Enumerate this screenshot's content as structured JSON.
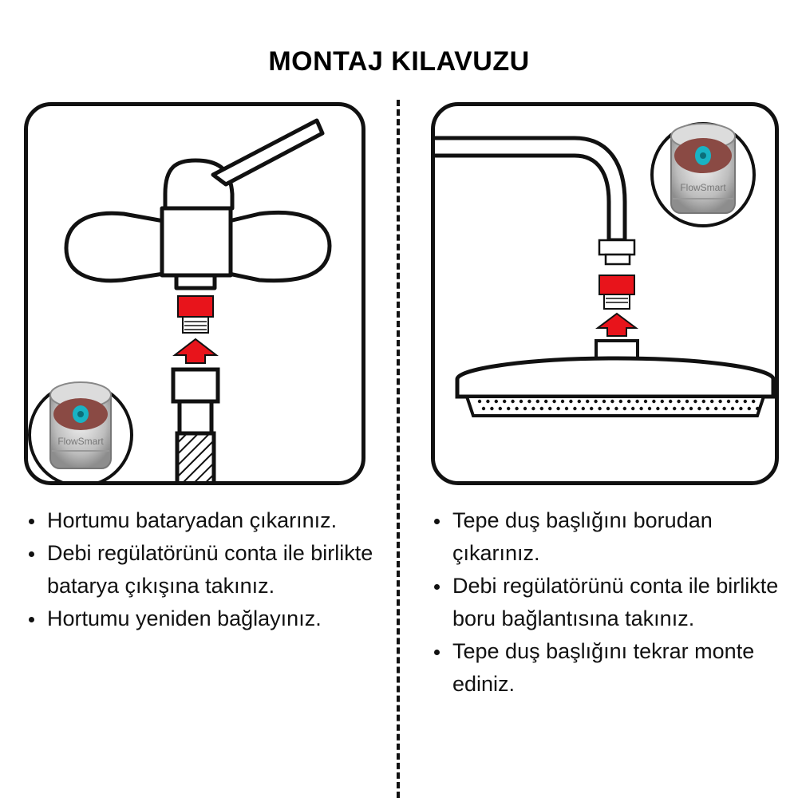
{
  "title": "MONTAJ KILAVUZU",
  "brand_label": "FlowSmart",
  "colors": {
    "accent_red": "#e8141b",
    "filter_teal": "#19b3c4",
    "gasket_brown": "#8a4a44",
    "outline": "#111111"
  },
  "left_panel": {
    "icons": [
      "faucet-icon",
      "flow-regulator-icon",
      "arrow-up-icon",
      "shower-hose-icon",
      "flowsmart-product-photo"
    ],
    "steps": [
      "Hortumu bataryadan çıkarınız.",
      "Debi regülatörünü conta ile birlikte batarya çıkışına takınız.",
      "Hortumu yeniden bağlayınız."
    ]
  },
  "right_panel": {
    "icons": [
      "shower-arm-icon",
      "flow-regulator-icon",
      "arrow-up-icon",
      "rain-shower-head-icon",
      "flowsmart-product-photo"
    ],
    "steps": [
      "Tepe duş başlığını borudan çıkarınız.",
      "Debi regülatörünü conta ile birlikte boru bağlantısına takınız.",
      "Tepe duş başlığını tekrar monte ediniz."
    ]
  }
}
